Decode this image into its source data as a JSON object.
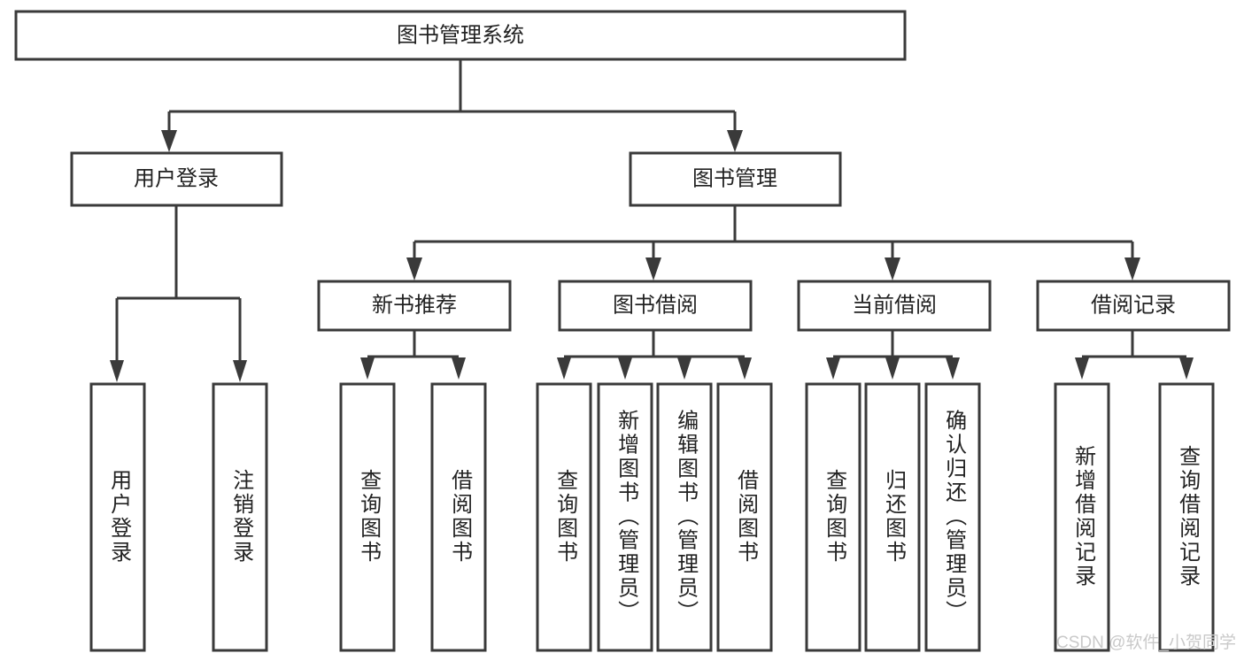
{
  "diagram": {
    "title": "图书管理系统",
    "type": "tree-hierarchy",
    "root": {
      "label": "图书管理系统"
    },
    "level1": [
      {
        "label": "用户登录"
      },
      {
        "label": "图书管理"
      }
    ],
    "level2": [
      {
        "label": "新书推荐"
      },
      {
        "label": "图书借阅"
      },
      {
        "label": "当前借阅"
      },
      {
        "label": "借阅记录"
      }
    ],
    "leaves": {
      "user_login": [
        {
          "label": "用户登录"
        },
        {
          "label": "注销登录"
        }
      ],
      "new_book_recommend": [
        {
          "label": "查询图书"
        },
        {
          "label": "借阅图书"
        }
      ],
      "book_borrow": [
        {
          "label": "查询图书"
        },
        {
          "label": "新增图书（管理员）"
        },
        {
          "label": "编辑图书（管理员）"
        },
        {
          "label": "借阅图书"
        }
      ],
      "current_borrow": [
        {
          "label": "查询图书"
        },
        {
          "label": "归还图书"
        },
        {
          "label": "确认归还（管理员）"
        }
      ],
      "borrow_record": [
        {
          "label": "新增借阅记录"
        },
        {
          "label": "查询借阅记录"
        }
      ]
    }
  },
  "watermark": {
    "text": "CSDN @软件_小贺同学"
  },
  "colors": {
    "stroke": "#3a3a3a",
    "box_fill": "#ffffff",
    "text": "#222222",
    "background": "#ffffff",
    "watermark": "#c9c9c9"
  }
}
